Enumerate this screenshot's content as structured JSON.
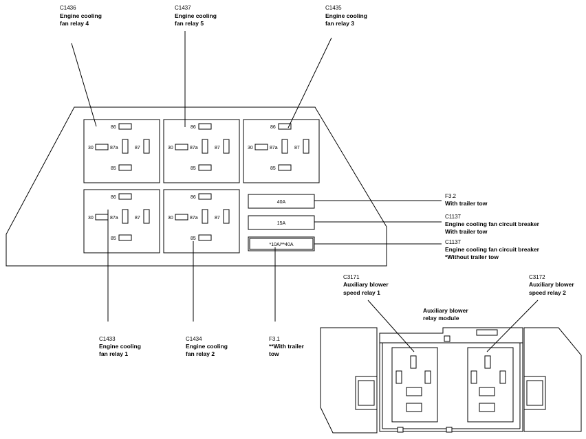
{
  "relay_pins": {
    "p86": "86",
    "p30": "30",
    "p87a": "87a",
    "p87": "87",
    "p85": "85"
  },
  "relays": [
    {
      "code": "C1436",
      "line1": "Engine cooling",
      "line2": "fan relay 4"
    },
    {
      "code": "C1437",
      "line1": "Engine cooling",
      "line2": "fan relay 5"
    },
    {
      "code": "C1435",
      "line1": "Engine cooling",
      "line2": "fan relay 3"
    },
    {
      "code": "C1433",
      "line1": "Engine cooling",
      "line2": "fan relay 1"
    },
    {
      "code": "C1434",
      "line1": "Engine cooling",
      "line2": "fan relay 2"
    }
  ],
  "fuses": [
    {
      "value": "40A",
      "code": "F3.2",
      "line1": "With trailer tow",
      "line2": ""
    },
    {
      "value": "15A",
      "code": "C1137",
      "line1": "Engine cooling fan circuit breaker",
      "line2": "With trailer tow"
    },
    {
      "value": "*10A/**40A",
      "code": "C1137",
      "line1": "Engine cooling fan circuit breaker",
      "line2": "*Without trailer tow"
    }
  ],
  "bottom_fuse_label": {
    "code": "F3.1",
    "line1": "**With trailer",
    "line2": "tow"
  },
  "module": {
    "title1": "Auxiliary blower",
    "title2": "relay module",
    "relay1": {
      "code": "C3171",
      "line1": "Auxiliary blower",
      "line2": "speed relay 1"
    },
    "relay2": {
      "code": "C3172",
      "line1": "Auxiliary blower",
      "line2": "speed relay 2"
    }
  }
}
